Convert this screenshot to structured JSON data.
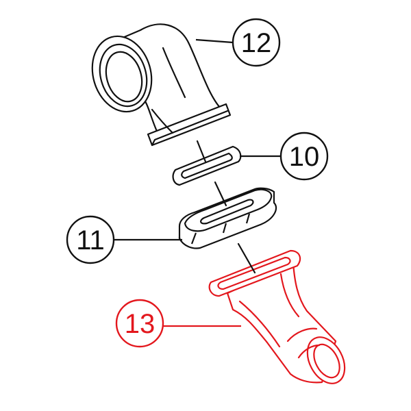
{
  "callouts": [
    {
      "id": "12",
      "label": "12",
      "color": "#111111",
      "part": "elbow-fitting"
    },
    {
      "id": "10",
      "label": "10",
      "color": "#111111",
      "part": "sealing-ring"
    },
    {
      "id": "11",
      "label": "11",
      "color": "#111111",
      "part": "union-nut"
    },
    {
      "id": "13",
      "label": "13",
      "color": "#e3171d",
      "part": "angled-hose-connector",
      "highlighted": true
    }
  ],
  "colors": {
    "line": "#111111",
    "highlight": "#e3171d",
    "background": "#ffffff"
  }
}
